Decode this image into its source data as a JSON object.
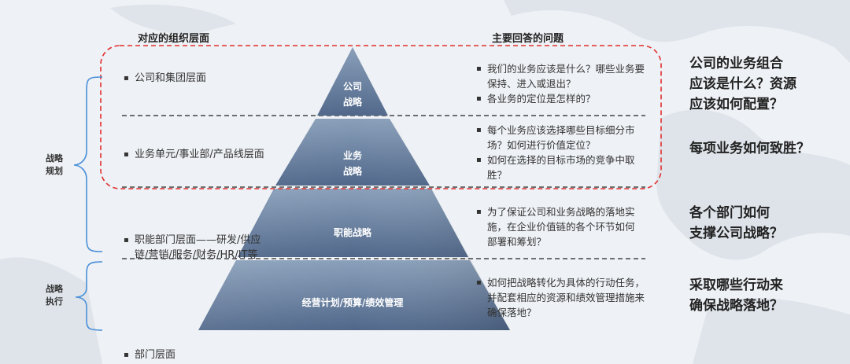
{
  "headers": {
    "left": "对应的组织层面",
    "right": "主要回答的问题"
  },
  "side_labels": {
    "planning": "战略\n规划",
    "execution": "战略\n执行"
  },
  "levels": [
    {
      "org": "公司和集团层面",
      "tier": "公司\n战略",
      "questions": [
        "我们的业务应该是什么？哪些业务要保持、进入或退出？",
        "各业务的定位是怎样的？"
      ],
      "big_question": "公司的业务组合\n应该是什么？资源\n应该如何配置？"
    },
    {
      "org": "业务单元/事业部/产品线层面",
      "tier": "业务\n战略",
      "questions": [
        "每个业务应该选择哪些目标细分市场？如何进行价值定位？",
        "如何在选择的目标市场的竞争中取胜？"
      ],
      "big_question": "每项业务如何致胜？"
    },
    {
      "org": "职能部门层面——研发/供应链/营销/服务/财务/HR/IT等",
      "tier": "职能战略",
      "questions": [
        "为了保证公司和业务战略的落地实施，在企业价值链的各个环节如何部署和筹划？"
      ],
      "big_question": "各个部门如何\n支撑公司战略？"
    },
    {
      "org": "部门层面",
      "tier": "经营计划/预算/绩效管理",
      "questions": [
        "如何把战略转化为具体的行动任务，并配套相应的资源和绩效管理措施来确保落地？"
      ],
      "big_question": "采取哪些行动来\n确保战略落地？"
    }
  ],
  "colors": {
    "pyramid_top": "#7f95b0",
    "pyramid_bottom": "#52698a",
    "highlight_border": "#e03030",
    "divider": "#222222",
    "bracket": "#4a90d9"
  }
}
